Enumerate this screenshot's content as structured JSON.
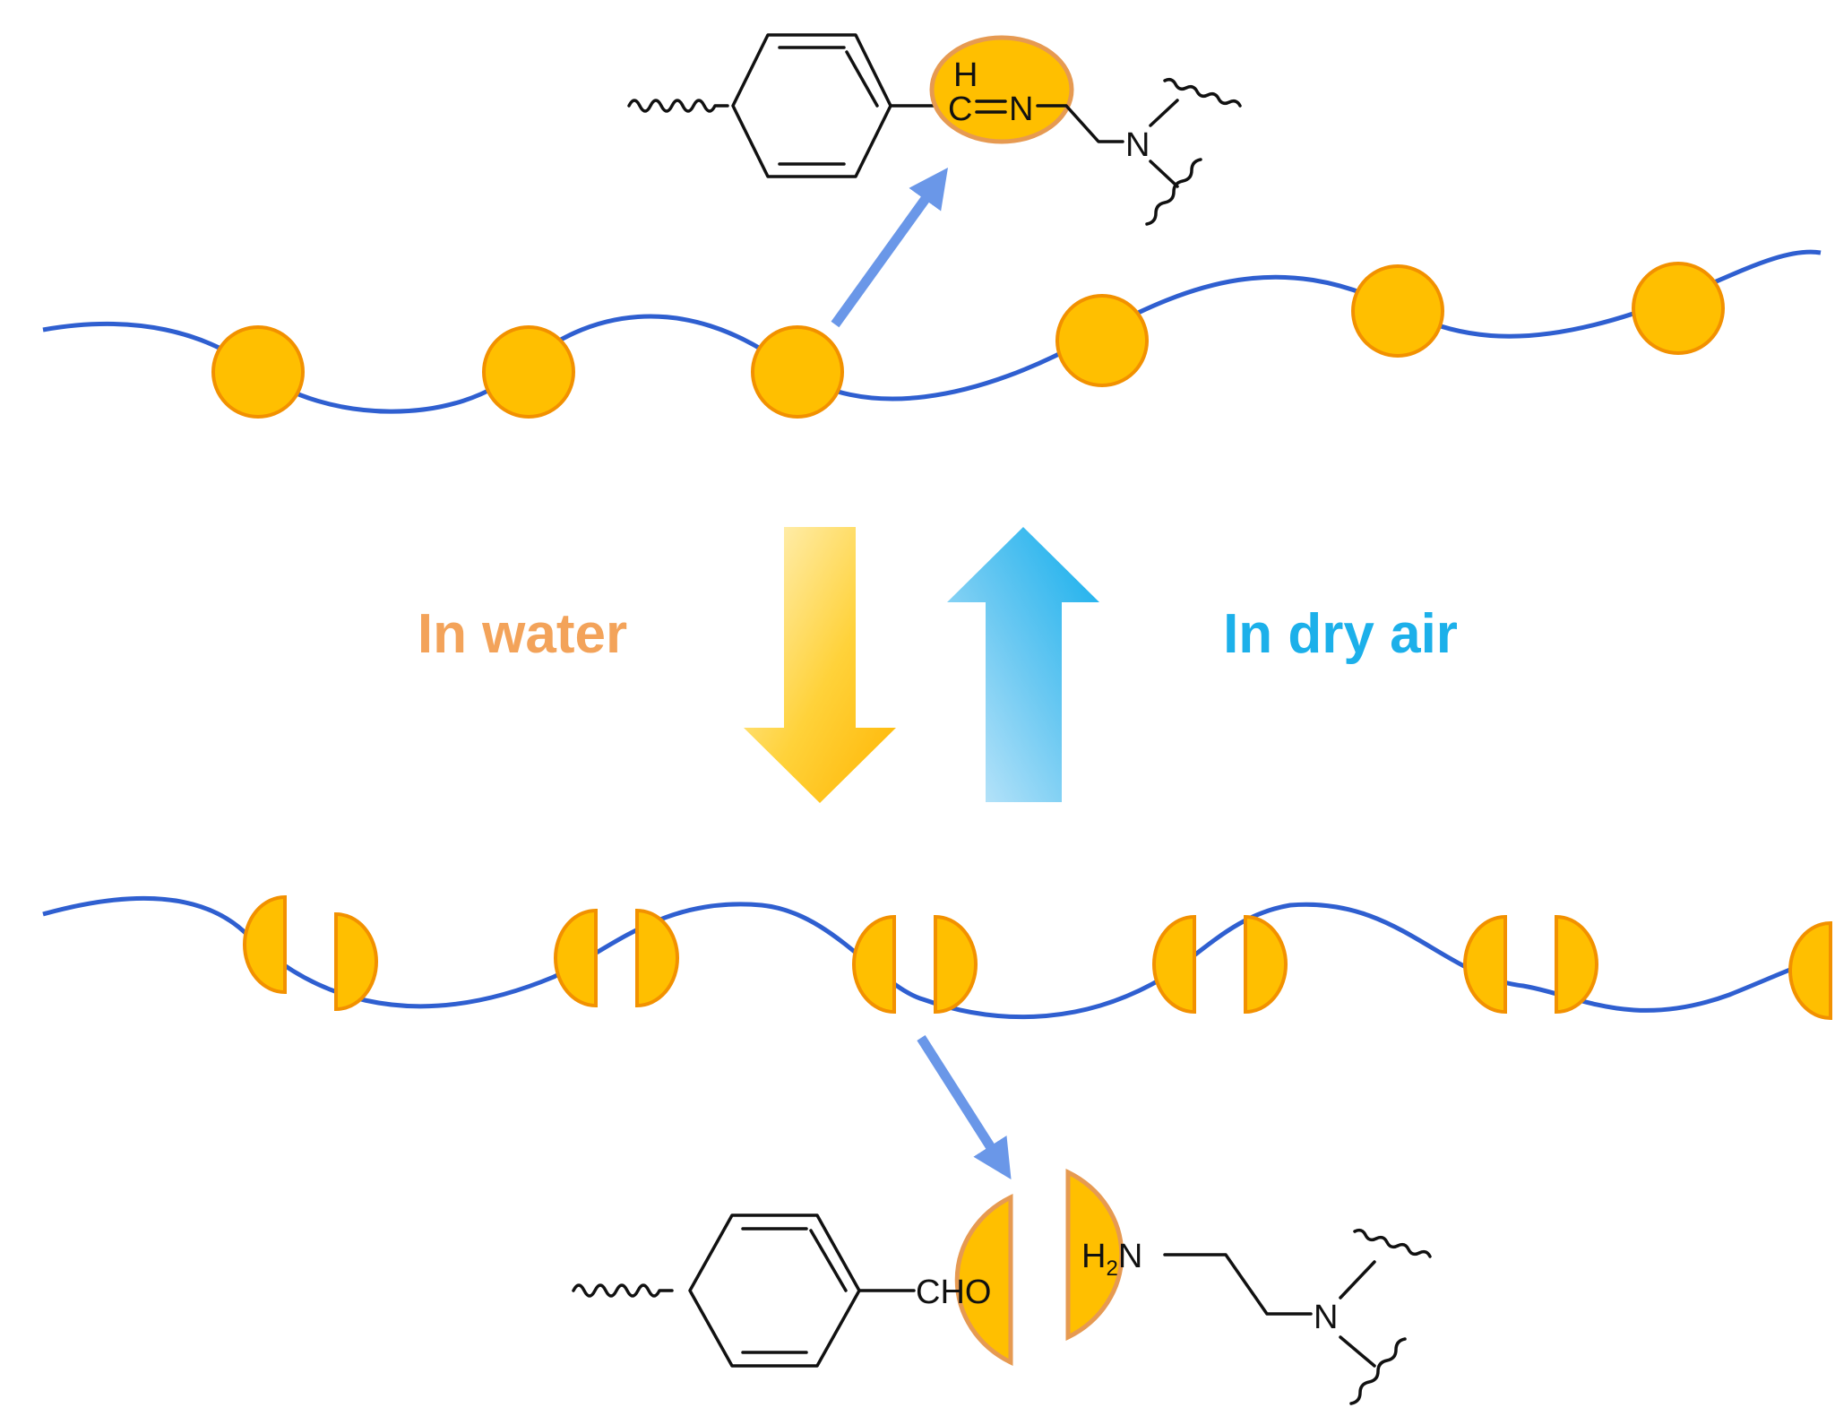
{
  "labels": {
    "water": "In water",
    "dry_air": "In dry air"
  },
  "chemistry": {
    "imine": {
      "h": "H",
      "c": "C",
      "n": "N",
      "amine_n": "N"
    },
    "hydrolyzed": {
      "aldehyde": "CHO",
      "amine_h": "H",
      "amine_sub": "2",
      "amine_n": "N",
      "tertiary_n": "N"
    }
  },
  "colors": {
    "water": "#f3a35a",
    "dry_air": "#1cb0ea",
    "chain": "#2f5fd0",
    "bead_fill": "#ffbf00",
    "bead_stroke": "#f29100",
    "pointer": "#6a97e8"
  }
}
